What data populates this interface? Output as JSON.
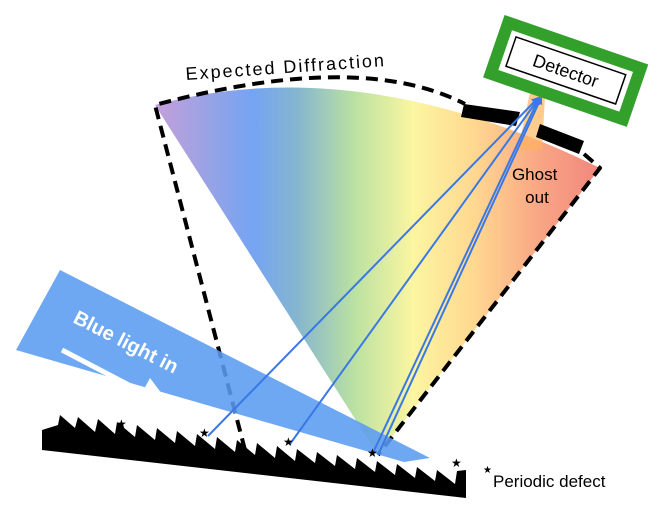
{
  "labels": {
    "expected_diffraction": "Expected Diffraction",
    "detector": "Detector",
    "ghost_line1": "Ghost",
    "ghost_line2": "out",
    "blue_light_in": "Blue light in",
    "periodic_defect": "Periodic defect",
    "defect_marker": "★"
  },
  "colors": {
    "beam": "#5b9cf0",
    "ray": "#3a78e6",
    "detector_border": "#2e9e2a",
    "grating": "#000000",
    "spectrum": [
      "#b691d6",
      "#6f9ff0",
      "#7db8c8",
      "#bfe39a",
      "#fff7a0",
      "#ffd089",
      "#f2877a"
    ]
  }
}
